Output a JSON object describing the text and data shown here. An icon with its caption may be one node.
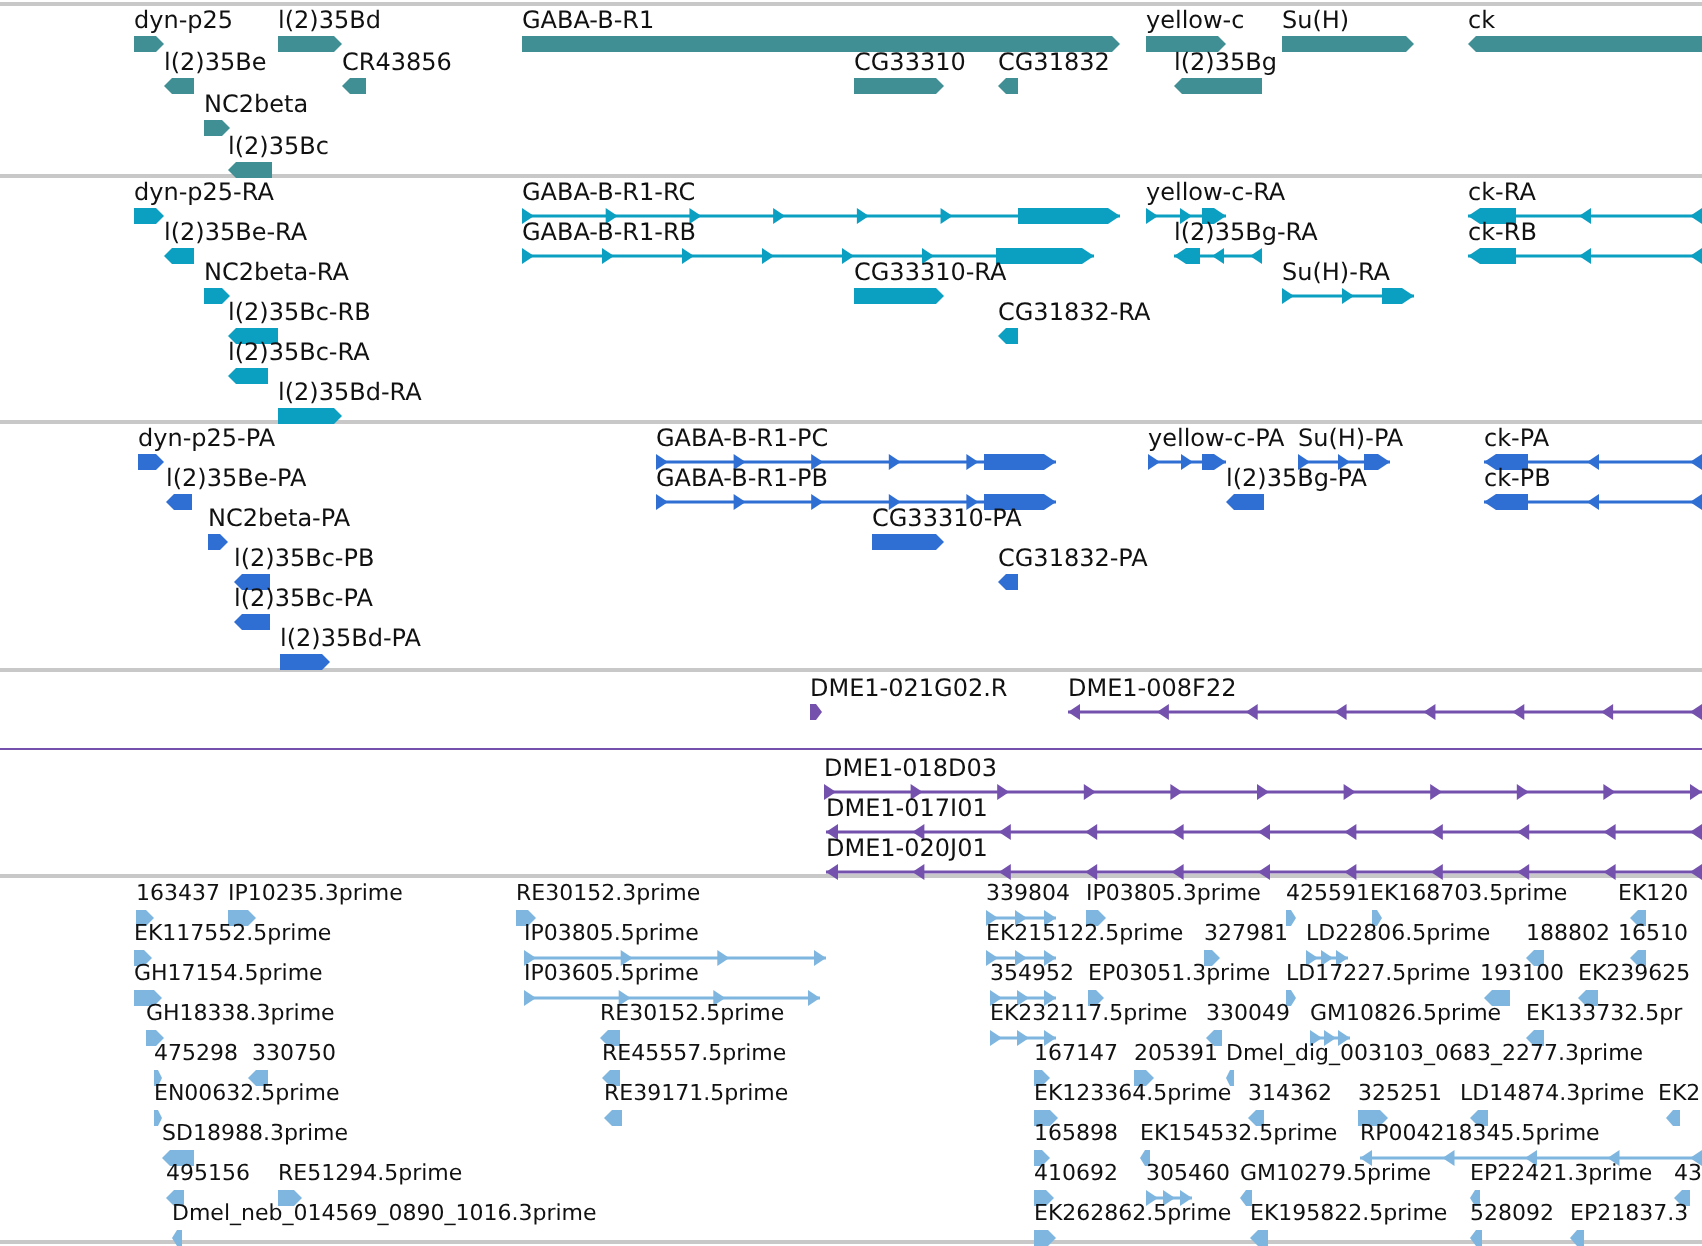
{
  "diagram": {
    "nodes": [
      {
        "text": [
          "dyn-p25"
        ]
      },
      {
        "text": [
          "l(2)35Bd"
        ]
      },
      {
        "text": [
          "GABA-B-R1"
        ]
      },
      {
        "text": [
          "yellow-c"
        ]
      },
      {
        "text": [
          "Su(H)"
        ]
      },
      {
        "text": [
          "ck"
        ]
      },
      {
        "text": [
          "l(2)35Be"
        ]
      },
      {
        "text": [
          "CR43856"
        ]
      },
      {
        "text": [
          "CG33310"
        ]
      },
      {
        "text": [
          "CG31832"
        ]
      },
      {
        "text": [
          "l(2)35Bg"
        ]
      },
      {
        "text": [
          "NC2beta"
        ]
      },
      {
        "text": [
          "l(2)35Bc"
        ]
      },
      {
        "text": [
          "dyn-p25-RA"
        ]
      },
      {
        "text": [
          "GABA-B-R1-RC"
        ]
      },
      {
        "text": [
          "yellow-c-RA"
        ]
      },
      {
        "text": [
          "ck-RA"
        ]
      },
      {
        "text": [
          "l(2)35Be-RA"
        ]
      },
      {
        "text": [
          "GABA-B-R1-RB"
        ]
      },
      {
        "text": [
          "l(2)35Bg-RA"
        ]
      },
      {
        "text": [
          "ck-RB"
        ]
      },
      {
        "text": [
          "NC2beta-RA"
        ]
      },
      {
        "text": [
          "CG33310-RA"
        ]
      },
      {
        "text": [
          "Su(H)-RA"
        ]
      },
      {
        "text": [
          "l(2)35Bc-RB"
        ]
      },
      {
        "text": [
          "CG31832-RA"
        ]
      },
      {
        "text": [
          "l(2)35Bc-RA"
        ]
      },
      {
        "text": [
          "l(2)35Bd-RA"
        ]
      },
      {
        "text": [
          "dyn-p25-PA"
        ]
      },
      {
        "text": [
          "GABA-B-R1-PC"
        ]
      },
      {
        "text": [
          "yellow-c-PA"
        ]
      },
      {
        "text": [
          "Su(H)-PA"
        ]
      },
      {
        "text": [
          "ck-PA"
        ]
      },
      {
        "text": [
          "l(2)35Be-PA"
        ]
      },
      {
        "text": [
          "GABA-B-R1-PB"
        ]
      },
      {
        "text": [
          "l(2)35Bg-PA"
        ]
      },
      {
        "text": [
          "ck-PB"
        ]
      },
      {
        "text": [
          "NC2beta-PA"
        ]
      },
      {
        "text": [
          "CG33310-PA"
        ]
      },
      {
        "text": [
          "l(2)35Bc-PB"
        ]
      },
      {
        "text": [
          "CG31832-PA"
        ]
      },
      {
        "text": [
          "l(2)35Bc-PA"
        ]
      },
      {
        "text": [
          "l(2)35Bd-PA"
        ]
      },
      {
        "text": [
          "DME1-021G02.R"
        ]
      },
      {
        "text": [
          "DME1-008F22"
        ]
      },
      {
        "text": [
          "DME1-018D03"
        ]
      },
      {
        "text": [
          "DME1-017I01"
        ]
      },
      {
        "text": [
          "DME1-020J01"
        ]
      },
      {
        "text": [
          "163437"
        ]
      },
      {
        "text": [
          "IP10235.3prime"
        ]
      },
      {
        "text": [
          "RE30152.3prime"
        ]
      },
      {
        "text": [
          "339804"
        ]
      },
      {
        "text": [
          "IP03805.3prime"
        ]
      },
      {
        "text": [
          "425591"
        ]
      },
      {
        "text": [
          "EK168703.5prime"
        ]
      },
      {
        "text": [
          "EK120"
        ]
      },
      {
        "text": [
          "EK117552.5prime"
        ]
      },
      {
        "text": [
          "IP03805.5prime"
        ]
      },
      {
        "text": [
          "EK215122.5prime"
        ]
      },
      {
        "text": [
          "327981"
        ]
      },
      {
        "text": [
          "LD22806.5prime"
        ]
      },
      {
        "text": [
          "188802"
        ]
      },
      {
        "text": [
          "16510"
        ]
      },
      {
        "text": [
          "GH17154.5prime"
        ]
      },
      {
        "text": [
          "IP03605.5prime"
        ]
      },
      {
        "text": [
          "354952"
        ]
      },
      {
        "text": [
          "EP03051.3prime"
        ]
      },
      {
        "text": [
          "LD17227.5prime"
        ]
      },
      {
        "text": [
          "193100"
        ]
      },
      {
        "text": [
          "EK239625"
        ]
      },
      {
        "text": [
          "GH18338.3prime"
        ]
      },
      {
        "text": [
          "RE30152.5prime"
        ]
      },
      {
        "text": [
          "EK232117.5prime"
        ]
      },
      {
        "text": [
          "330049"
        ]
      },
      {
        "text": [
          "GM10826.5prime"
        ]
      },
      {
        "text": [
          "EK133732.5pr"
        ]
      },
      {
        "text": [
          "475298"
        ]
      },
      {
        "text": [
          "330750"
        ]
      },
      {
        "text": [
          "RE45557.5prime"
        ]
      },
      {
        "text": [
          "167147"
        ]
      },
      {
        "text": [
          "205391"
        ]
      },
      {
        "text": [
          "Dmel_dig_003103_0683_2277.3prime"
        ]
      },
      {
        "text": [
          "EN00632.5prime"
        ]
      },
      {
        "text": [
          "RE39171.5prime"
        ]
      },
      {
        "text": [
          "EK123364.5prime"
        ]
      },
      {
        "text": [
          "314362"
        ]
      },
      {
        "text": [
          "325251"
        ]
      },
      {
        "text": [
          "LD14874.3prime"
        ]
      },
      {
        "text": [
          "EK2"
        ]
      },
      {
        "text": [
          "SD18988.3prime"
        ]
      },
      {
        "text": [
          "165898"
        ]
      },
      {
        "text": [
          "EK154532.5prime"
        ]
      },
      {
        "text": [
          "RP004218345.5prime"
        ]
      },
      {
        "text": [
          "495156"
        ]
      },
      {
        "text": [
          "RE51294.5prime"
        ]
      },
      {
        "text": [
          "410692"
        ]
      },
      {
        "text": [
          "305460"
        ]
      },
      {
        "text": [
          "GM10279.5prime"
        ]
      },
      {
        "text": [
          "EP22421.3prime"
        ]
      },
      {
        "text": [
          "43"
        ]
      },
      {
        "text": [
          "Dmel_neb_014569_0890_1016.3prime"
        ]
      },
      {
        "text": [
          "EK262862.5prime"
        ]
      },
      {
        "text": [
          "EK195822.5prime"
        ]
      },
      {
        "text": [
          "528092"
        ]
      },
      {
        "text": [
          "EP21837.3"
        ]
      }
    ]
  }
}
